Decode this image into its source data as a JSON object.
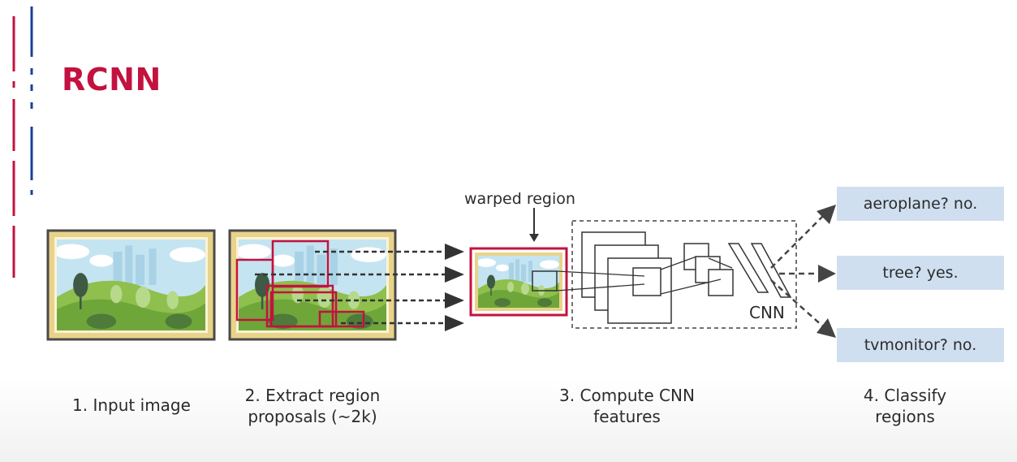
{
  "title": "RCNN",
  "colors": {
    "accent_red": "#c3123f",
    "accent_blue": "#1a3f9c",
    "class_box_fill": "#cfdff0",
    "frame_gold": "#e9d38a",
    "frame_dark": "#4a4a4a"
  },
  "diagram": {
    "warped_region_label": "warped region",
    "cnn_label": "CNN",
    "classes": [
      {
        "label": "aeroplane? no."
      },
      {
        "label": "tree? yes."
      },
      {
        "label": "tvmonitor? no."
      }
    ],
    "steps": [
      {
        "line1": "1. Input image",
        "line2": ""
      },
      {
        "line1": "2. Extract region",
        "line2": "proposals (~2k)"
      },
      {
        "line1": "3. Compute CNN",
        "line2": "features"
      },
      {
        "line1": "4. Classify",
        "line2": "regions"
      }
    ]
  }
}
